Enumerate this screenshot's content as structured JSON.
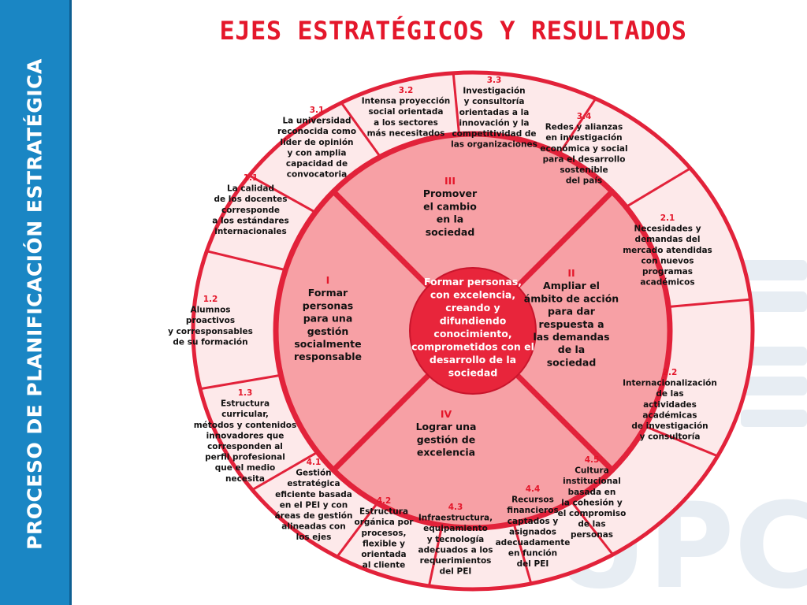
{
  "sidebar": {
    "title": "PROCESO DE PLANIFICACIÓN ESTRATÉGICA"
  },
  "header": {
    "title": "EJES ESTRATÉGICOS Y RESULTADOS"
  },
  "colors": {
    "sidebar_bg": "#1a86c4",
    "title_red": "#e4172b",
    "ring_stroke": "#e2223a",
    "inner_fill": "#f7a0a5",
    "outer_fill": "#fde9ea",
    "core_fill": "#e8253b"
  },
  "watermark": {
    "letters": "UPC"
  },
  "center": {
    "lines": [
      "Formar personas,",
      "con excelencia,",
      "creando y",
      "difundiendo",
      "conocimiento,",
      "comprometidos con el",
      "desarrollo de la",
      "sociedad"
    ]
  },
  "axes": [
    {
      "id": "I",
      "number": "I",
      "lines": [
        "Formar",
        "personas",
        "para una",
        "gestión",
        "socialmente",
        "responsable"
      ]
    },
    {
      "id": "II",
      "number": "II",
      "lines": [
        "Ampliar el",
        "ámbito de acción",
        "para dar",
        "respuesta a",
        "las demandas",
        "de la",
        "sociedad"
      ]
    },
    {
      "id": "III",
      "number": "III",
      "lines": [
        "Promover",
        "el cambio",
        "en la",
        "sociedad"
      ]
    },
    {
      "id": "IV",
      "number": "IV",
      "lines": [
        "Lograr una",
        "gestión de",
        "excelencia"
      ]
    }
  ],
  "results": [
    {
      "id": "1.1",
      "number": "1.1",
      "lines": [
        "La calidad",
        "de los docentes",
        "corresponde",
        "a los estándares",
        "internacionales"
      ]
    },
    {
      "id": "1.2",
      "number": "1.2",
      "lines": [
        "Alumnos",
        "proactivos",
        "y corresponsables",
        "de su formación"
      ]
    },
    {
      "id": "1.3",
      "number": "1.3",
      "lines": [
        "Estructura",
        "curricular,",
        "métodos y contenidos",
        "innovadores que",
        "corresponden al",
        "perfil profesional",
        "que el medio",
        "necesita"
      ]
    },
    {
      "id": "2.1",
      "number": "2.1",
      "lines": [
        "Necesidades y",
        "demandas del",
        "mercado atendidas",
        "con nuevos",
        "programas",
        "académicos"
      ]
    },
    {
      "id": "2.2",
      "number": "2.2",
      "lines": [
        "Internacionalización",
        "de las",
        "actividades",
        "académicas",
        "de investigación",
        "y consultoría"
      ]
    },
    {
      "id": "3.1",
      "number": "3.1",
      "lines": [
        "La universidad",
        "reconocida como",
        "líder de opinión",
        "y con amplia",
        "capacidad de",
        "convocatoria"
      ]
    },
    {
      "id": "3.2",
      "number": "3.2",
      "lines": [
        "Intensa proyección",
        "social orientada",
        "a los sectores",
        "más necesitados"
      ]
    },
    {
      "id": "3.3",
      "number": "3.3",
      "lines": [
        "Investigación",
        "y consultoría",
        "orientadas a la",
        "innovación y la",
        "competitividad de",
        "las organizaciones"
      ]
    },
    {
      "id": "3.4",
      "number": "3.4",
      "lines": [
        "Redes y alianzas",
        "en investigación",
        "económica y social",
        "para el desarrollo",
        "sostenible",
        "del país"
      ]
    },
    {
      "id": "4.1",
      "number": "4.1",
      "lines": [
        "Gestión",
        "estratégica",
        "eficiente basada",
        "en el PEI y con",
        "áreas de gestión",
        "alineadas con",
        "los ejes"
      ]
    },
    {
      "id": "4.2",
      "number": "4.2",
      "lines": [
        "Estructura",
        "orgánica por",
        "procesos,",
        "flexible y",
        "orientada",
        "al cliente"
      ]
    },
    {
      "id": "4.3",
      "number": "4.3",
      "lines": [
        "Infraestructura,",
        "equipamiento",
        "y tecnología",
        "adecuados a los",
        "requerimientos",
        "del PEI"
      ]
    },
    {
      "id": "4.4",
      "number": "4.4",
      "lines": [
        "Recursos",
        "financieros",
        "captados y",
        "asignados",
        "adecuadamente",
        "en función",
        "del PEI"
      ]
    },
    {
      "id": "4.5",
      "number": "4.5",
      "lines": [
        "Cultura",
        "institucional",
        "basada en",
        "la cohesión y",
        "el compromiso",
        "de las",
        "personas"
      ]
    }
  ]
}
